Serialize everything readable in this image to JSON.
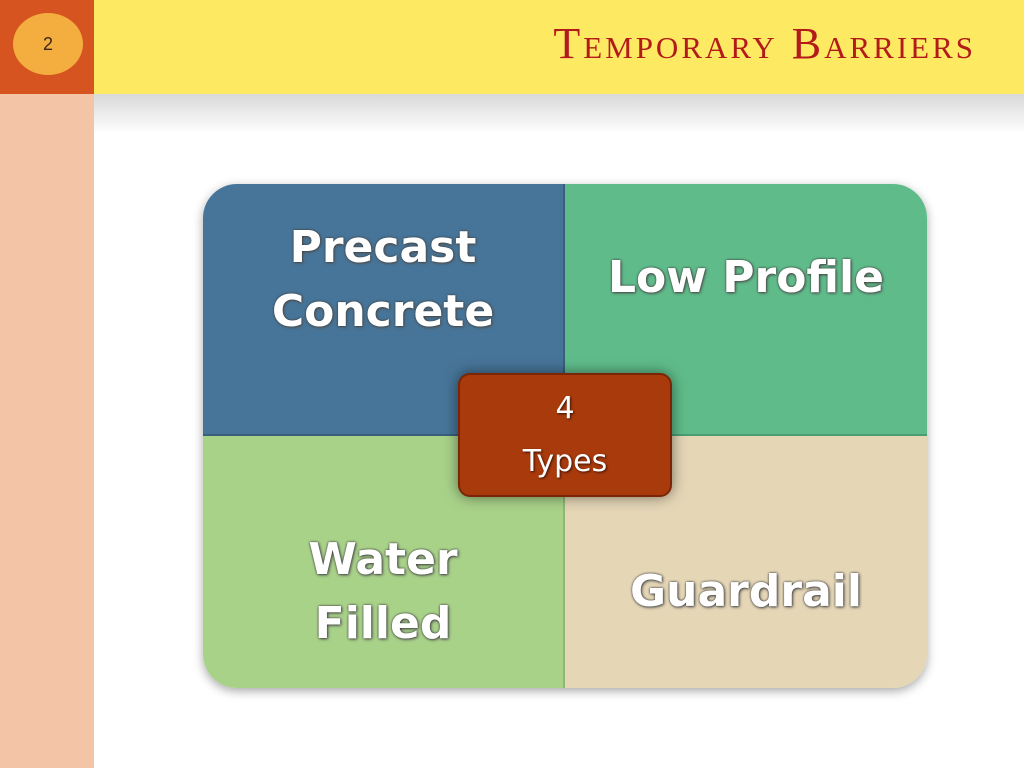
{
  "slide": {
    "number": "2",
    "title": "Temporary Barriers"
  },
  "matrix": {
    "top_left": "Precast\nConcrete",
    "top_right": "Low Profile",
    "bottom_left": "Water\nFilled",
    "bottom_right": "Guardrail",
    "center_line1": "4",
    "center_line2": "Types"
  },
  "colors": {
    "title": "#b31a1a",
    "title_bar": "#fde962",
    "corner": "#d6541f",
    "side_bar": "#f4c4a6",
    "top_left": "#477599",
    "top_right": "#5fbc8a",
    "bottom_left": "#a9d289",
    "bottom_right": "#e5d6b6",
    "center": "#a83a0c"
  }
}
